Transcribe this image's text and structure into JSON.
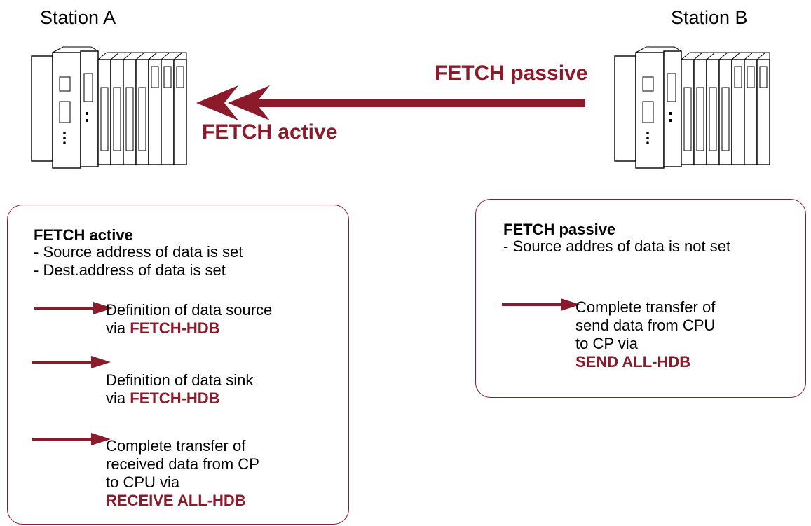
{
  "station_a": {
    "label": "Station A"
  },
  "station_b": {
    "label": "Station B"
  },
  "main_arrow": {
    "label_passive": "FETCH passive",
    "label_active": "FETCH active"
  },
  "colors": {
    "accent": "#8b1a2b"
  },
  "box_active": {
    "title": "FETCH active",
    "bullets": [
      "- Source address of data is set",
      "- Dest.address of data is set"
    ],
    "steps": [
      {
        "lines": [
          "Definition of data source",
          "via "
        ],
        "highlight": "FETCH-HDB"
      },
      {
        "lines": [
          "Definition of data sink",
          "via "
        ],
        "highlight": "FETCH-HDB"
      },
      {
        "lines": [
          "Complete transfer of",
          "received data from CP",
          "to CPU via"
        ],
        "highlight": "RECEIVE ALL-HDB"
      }
    ]
  },
  "box_passive": {
    "title": "FETCH passive",
    "bullets": [
      "- Source addres of data is not set"
    ],
    "steps": [
      {
        "lines": [
          "Complete transfer of",
          "send data from CPU",
          "to CP via"
        ],
        "highlight": "SEND ALL-HDB"
      }
    ]
  }
}
